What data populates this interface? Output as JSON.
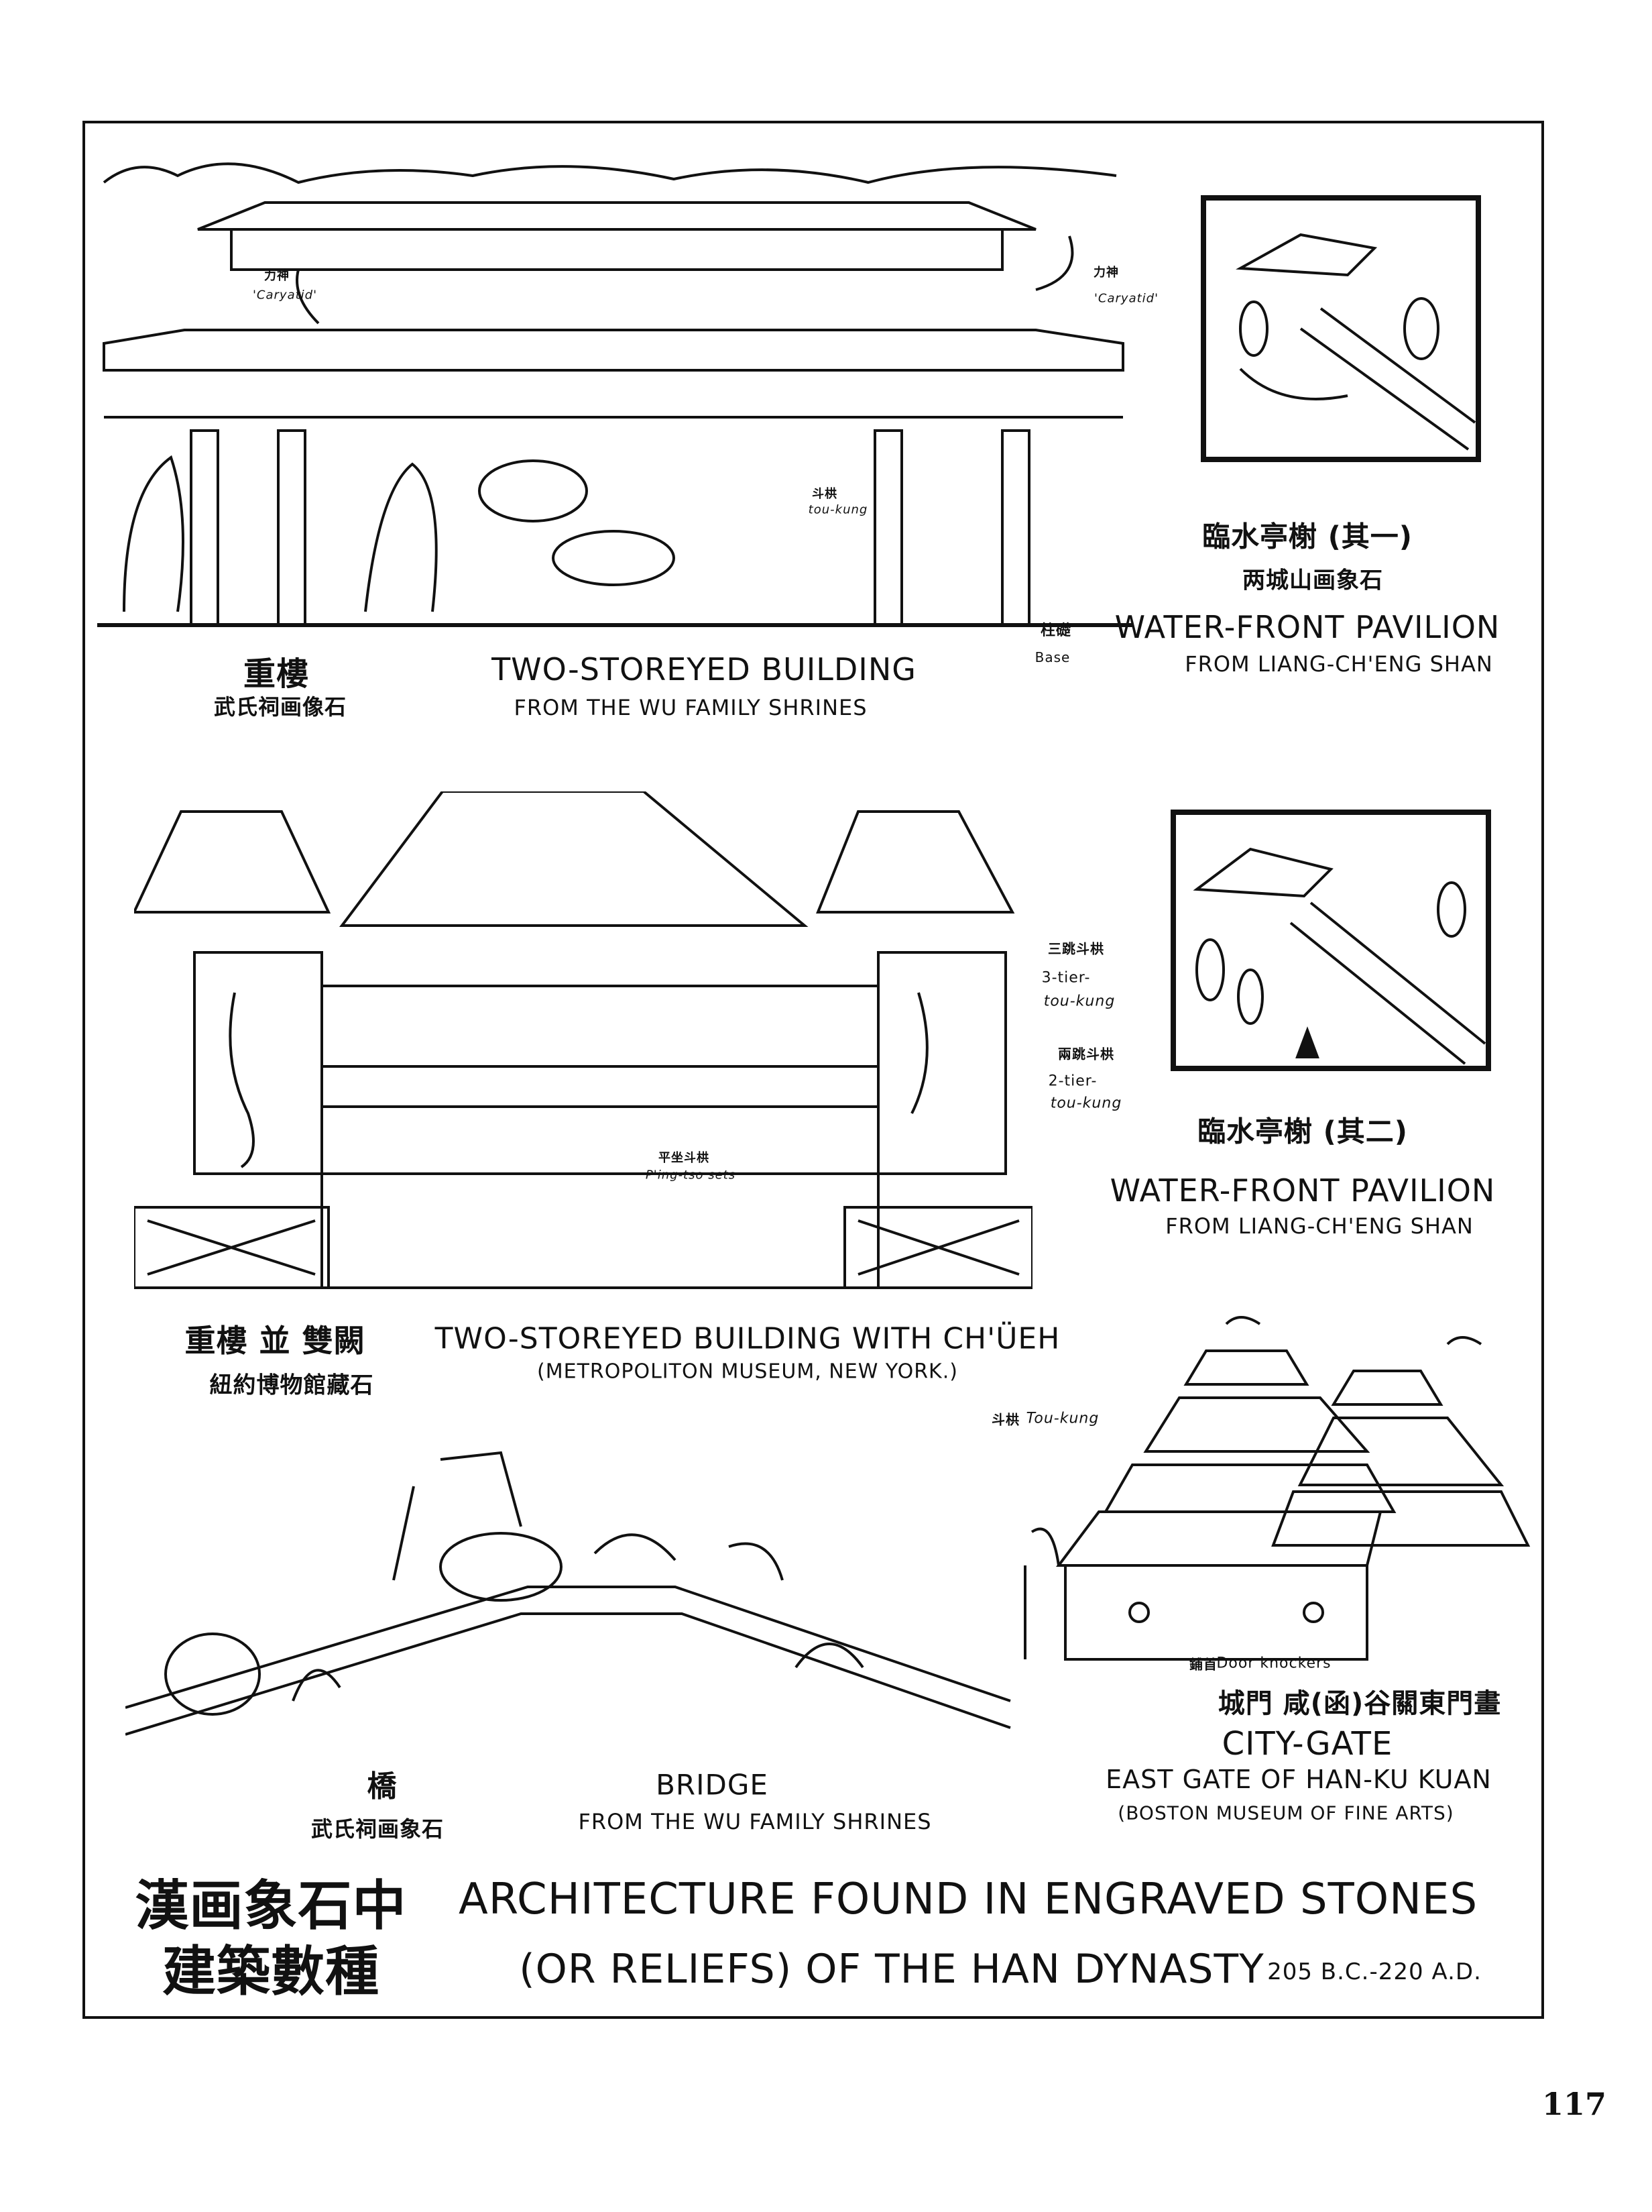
{
  "page_number": "117",
  "plates": {
    "wu_building": {
      "title_cn": "重樓",
      "source_cn": "武氏祠画像石",
      "title_en": "TWO-STOREYED BUILDING",
      "source_en": "FROM THE WU FAMILY SHRINES",
      "annotations": {
        "caryatid_left_cn": "力神",
        "caryatid_left_en": "'Caryatid'",
        "caryatid_right_cn": "力神",
        "caryatid_right_en": "'Caryatid'",
        "toukung_cn": "斗栱",
        "toukung_en": "tou-kung",
        "base_cn": "柱礎",
        "base_en": "Base"
      }
    },
    "pavilion_1": {
      "title_cn": "臨水亭榭 (其一)",
      "source_cn": "两城山画象石",
      "title_en": "WATER-FRONT PAVILION",
      "source_en": "FROM LIANG-CH'ENG SHAN"
    },
    "chueh_building": {
      "title_cn": "重樓 並 雙闕",
      "source_cn": "紐約博物館藏石",
      "title_en": "TWO-STOREYED BUILDING WITH CH'ÜEH",
      "source_en": "(METROPOLITON MUSEUM, NEW YORK.)",
      "annotations": {
        "three_tier_cn": "三跳斗栱",
        "three_tier_en_1": "3-tier-",
        "three_tier_en_2": "tou-kung",
        "two_tier_cn": "兩跳斗栱",
        "two_tier_en_1": "2-tier-",
        "two_tier_en_2": "tou-kung",
        "pingtso_cn": "平坐斗栱",
        "pingtso_en": "P'ing-tso sets"
      }
    },
    "pavilion_2": {
      "title_cn": "臨水亭榭 (其二)",
      "title_en": "WATER-FRONT PAVILION",
      "source_en": "FROM LIANG-CH'ENG SHAN"
    },
    "bridge": {
      "title_cn": "橋",
      "source_cn": "武氏祠画象石",
      "title_en": "BRIDGE",
      "source_en": "FROM THE WU FAMILY SHRINES"
    },
    "city_gate": {
      "title_cn": "城門  咸(函)谷關東門畫",
      "title_en": "CITY-GATE",
      "subtitle_en": "EAST GATE OF HAN-KU KUAN",
      "source_en": "(BOSTON MUSEUM OF FINE ARTS)",
      "annotations": {
        "toukung_cn": "斗栱",
        "toukung_en": "Tou-kung",
        "knockers_cn": "鋪首",
        "knockers_en": "Door knockers"
      }
    }
  },
  "main_title": {
    "cn_line1": "漢画象石中",
    "cn_line2": "建築數種",
    "en_line1": "ARCHITECTURE FOUND IN ENGRAVED STONES",
    "en_line2": "(OR RELIEFS) OF THE HAN DYNASTY",
    "dates": "205 B.C.-220 A.D."
  }
}
